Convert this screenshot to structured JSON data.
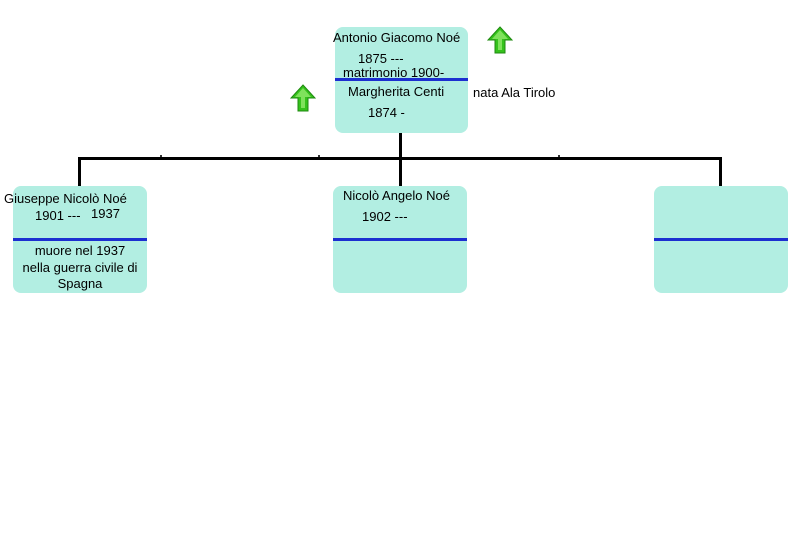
{
  "parents": {
    "father_name": "Antonio Giacomo Noé",
    "father_dates": "1875 ---",
    "marriage": "matrimonio 1900-",
    "mother_name": "Margherita Centi",
    "mother_birth": "1874 -",
    "mother_note": "nata Ala Tirolo"
  },
  "children": [
    {
      "name": "Giuseppe Nicolò Noé",
      "birth": "1901 ---",
      "death": "1937",
      "note_lines": [
        "muore nel 1937",
        "nella guerra civile di",
        "Spagna"
      ]
    },
    {
      "name": "Nicolò Angelo Noé",
      "birth": "1902 ---"
    },
    {
      "name": "",
      "birth": ""
    }
  ],
  "icons": {
    "arrow_father": "green-up-arrow-icon",
    "arrow_mother": "green-up-arrow-icon"
  },
  "colors": {
    "box_fill": "#b2eee2",
    "divider": "#1c2fd0",
    "arrow": "#35c21c"
  }
}
